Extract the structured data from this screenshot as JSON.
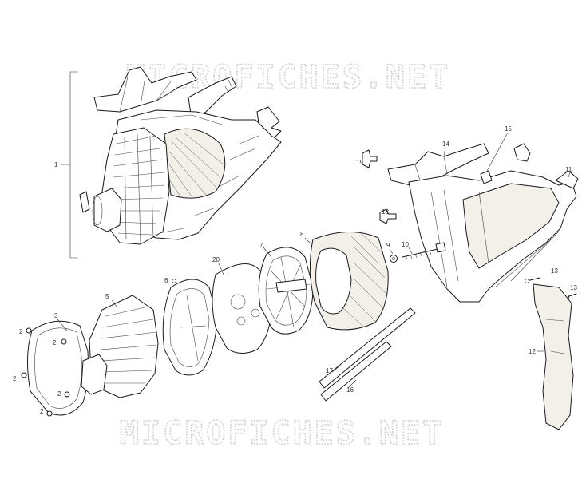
{
  "watermark": {
    "text": "MICROFICHES.NET"
  },
  "part_labels": {
    "p1": "1",
    "p2a": "2",
    "p2b": "2",
    "p2c": "2",
    "p2d": "2",
    "p2e": "2",
    "p3": "3",
    "p5": "5",
    "p6": "6",
    "p7": "7",
    "p8": "8",
    "p9": "9",
    "p10": "10",
    "p11": "11",
    "p12": "12",
    "p13a": "13",
    "p13b": "13",
    "p14": "14",
    "p15": "15",
    "p16": "16",
    "p17": "17",
    "p18": "18",
    "p19": "19",
    "p20": "20"
  }
}
